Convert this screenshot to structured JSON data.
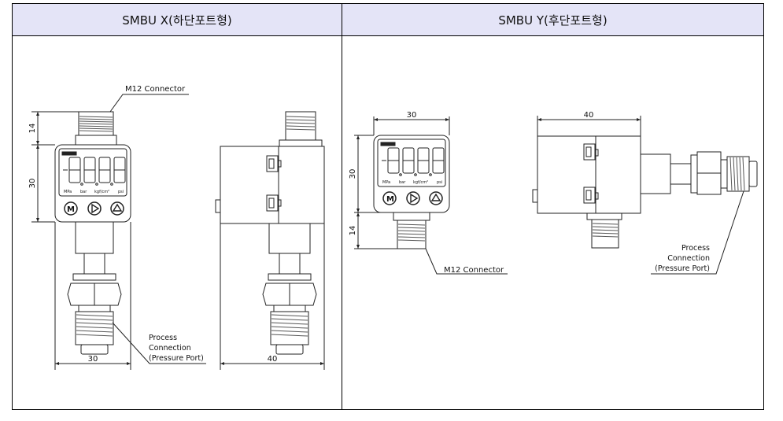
{
  "columns": [
    {
      "title": "SMBU  X(하단포트형)",
      "front_view": {
        "callout_connector": "M12 Connector",
        "callout_port": [
          "Process",
          "Connection",
          "(Pressure Port)"
        ],
        "dim_connector_height": "14",
        "dim_body_height": "30",
        "dim_width": "30",
        "display": {
          "digits": "-8.8.8.8",
          "units": [
            "MPa",
            "bar",
            "kgf/cm²",
            "psi"
          ],
          "buttons": [
            "M",
            "▷",
            "△"
          ]
        }
      },
      "side_view": {
        "dim_depth": "40"
      }
    },
    {
      "title": "SMBU  Y(후단포트형)",
      "front_view": {
        "callout_connector": "M12 Connector",
        "dim_width": "30",
        "dim_body_height": "30",
        "dim_connector_height": "14",
        "display": {
          "digits": "-8.8.8.8",
          "units": [
            "MPa",
            "bar",
            "kgf/cm²",
            "psi"
          ],
          "buttons": [
            "M",
            "▷",
            "△"
          ]
        }
      },
      "side_view": {
        "dim_depth": "40",
        "callout_port": [
          "Process",
          "Connection",
          "(Pressure Port)"
        ]
      }
    }
  ],
  "colors": {
    "header_bg": "#e4e4f7",
    "line": "#222222"
  }
}
